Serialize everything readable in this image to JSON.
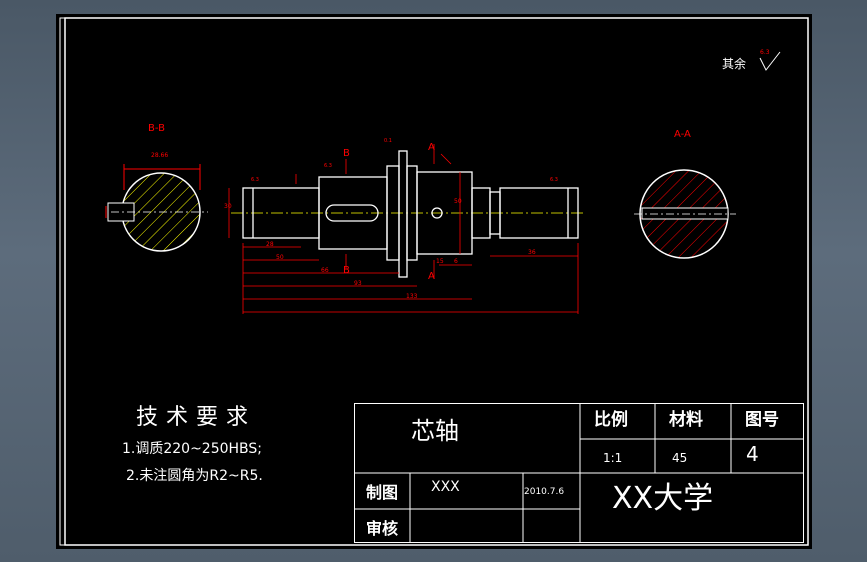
{
  "surface_note": {
    "label": "其余",
    "roughness": "6.3"
  },
  "sections": {
    "bb_label": "B-B",
    "aa_label": "A-A",
    "bb_dim": "28.66"
  },
  "shaft": {
    "cut_labels": [
      "A",
      "A",
      "B",
      "B"
    ],
    "dim_texts": [
      "28",
      "50",
      "66",
      "93",
      "133",
      "36",
      "15",
      "6",
      "30",
      "50"
    ],
    "fine_texts": [
      "0.1",
      "6.3",
      "6.3",
      "6.3"
    ]
  },
  "tech_req": {
    "title": "技术要求",
    "line1": "1.调质220~250HBS;",
    "line2": "2.未注圆角为R2~R5."
  },
  "title_block": {
    "part_name": "芯轴",
    "scale_label": "比例",
    "material_label": "材料",
    "drawing_no_label": "图号",
    "scale_value": "1:1",
    "material_value": "45",
    "drawing_no_value": "4",
    "drawn_label": "制图",
    "drawn_by": "XXX",
    "date": "2010.7.6",
    "checked_label": "审核",
    "university": "XX大学"
  },
  "colors": {
    "line": "#ff0000",
    "outline": "#ffffff",
    "center": "#ffff00",
    "hatch": "#ffff00"
  }
}
